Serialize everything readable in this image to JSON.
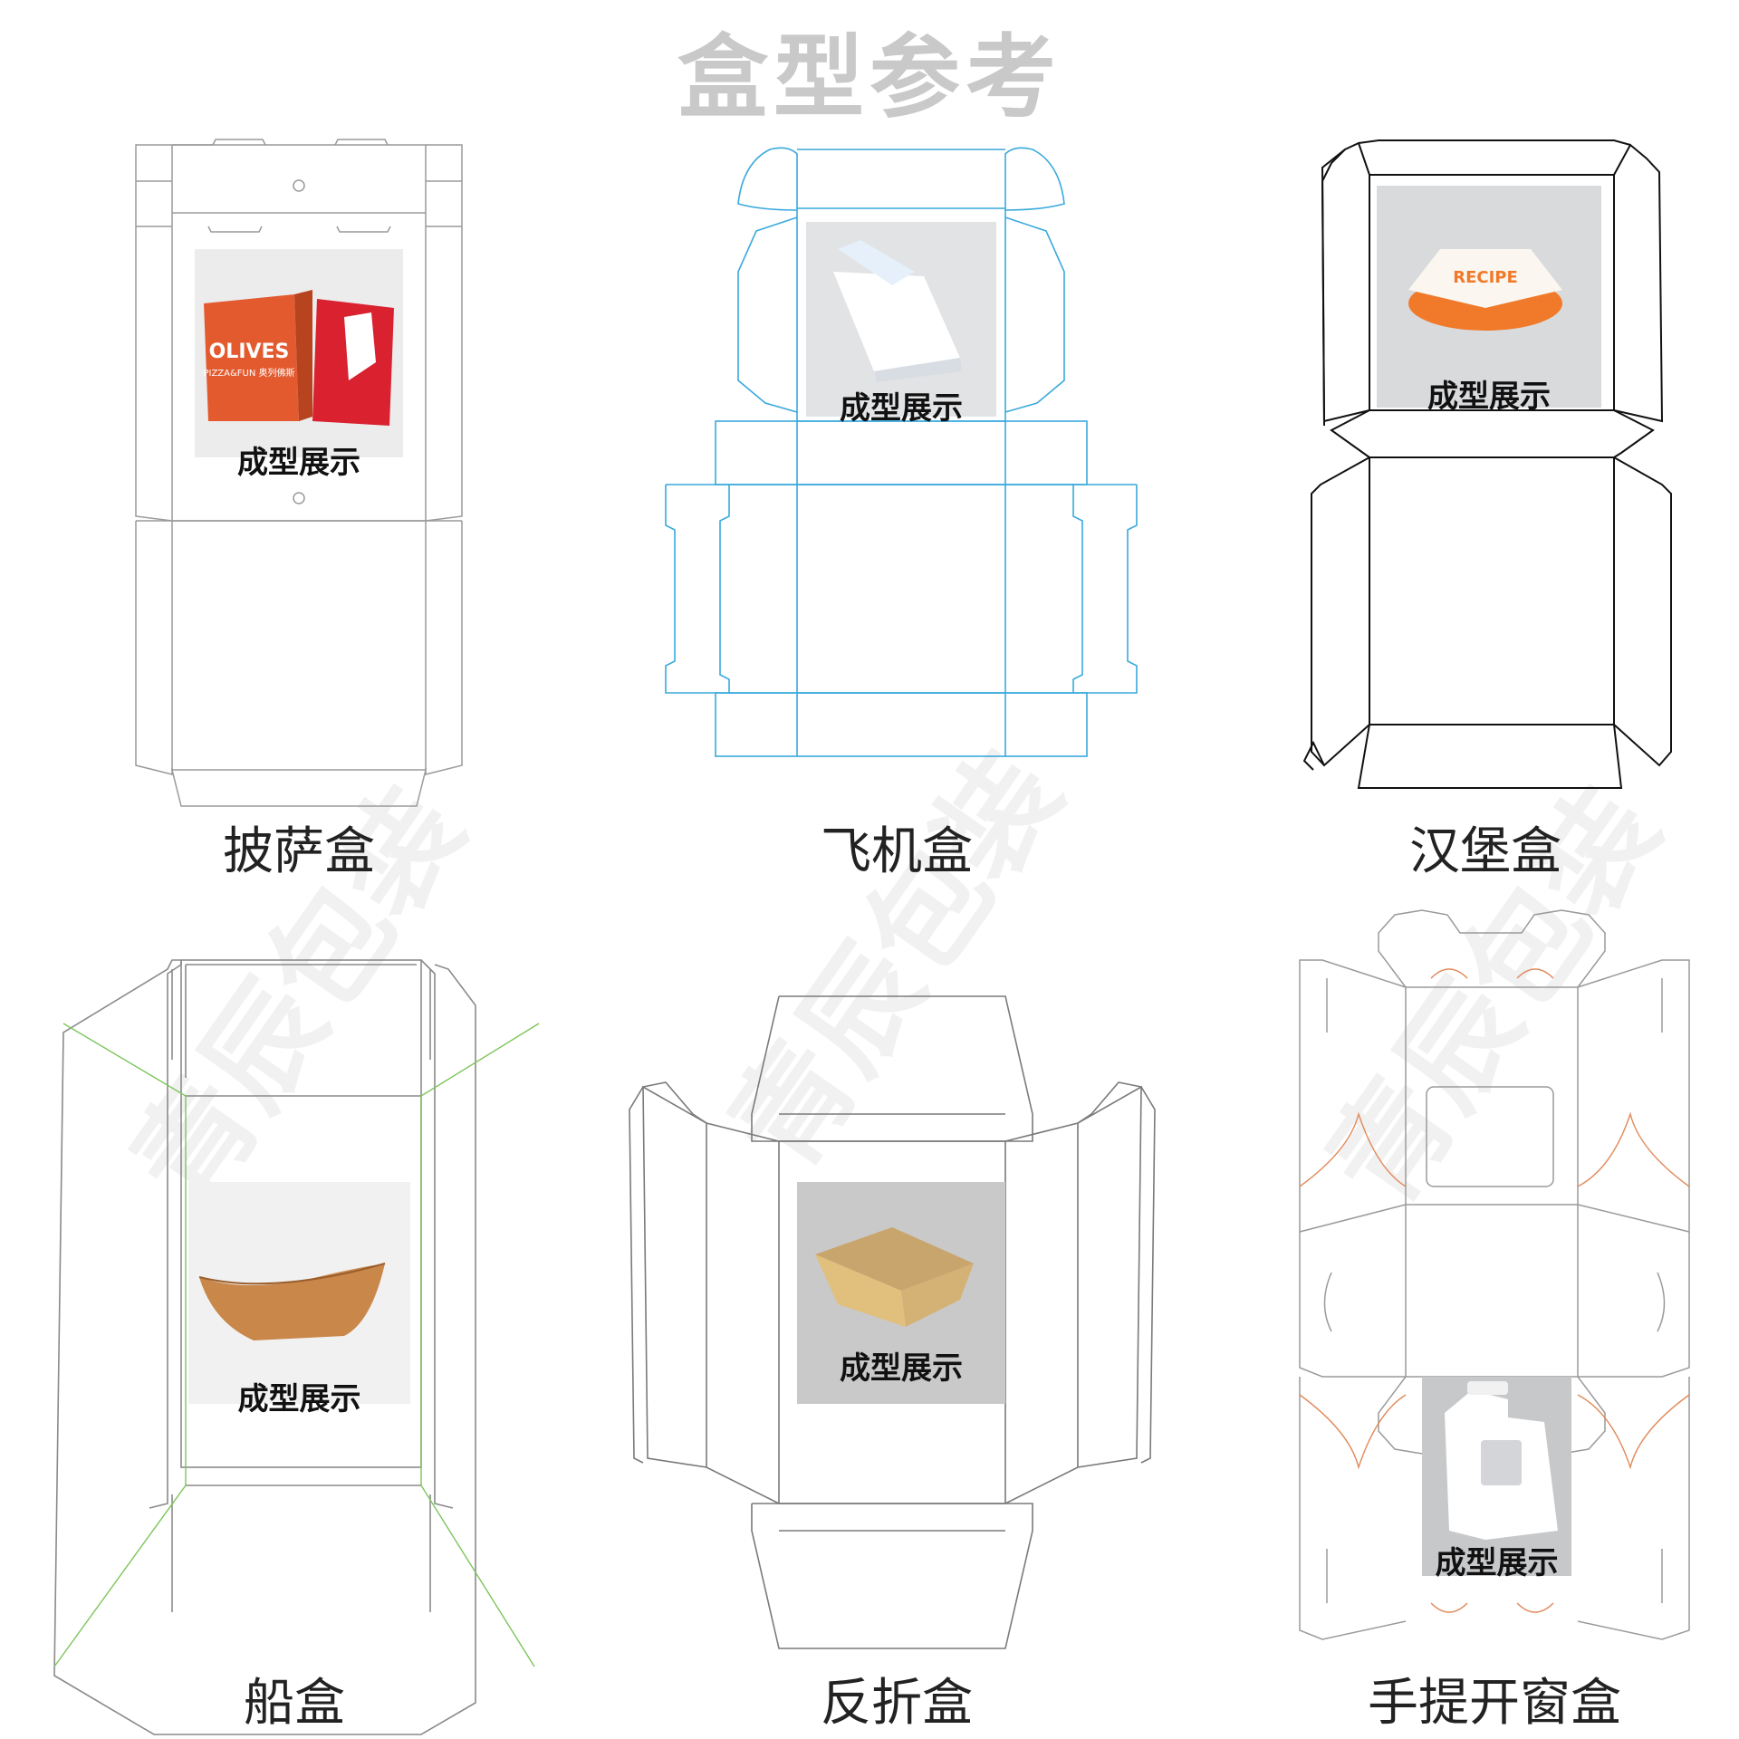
{
  "header": {
    "title": "盒型参考"
  },
  "boxes": [
    {
      "name": "披萨盒",
      "photo_label": "成型展示",
      "line_color": "#9a9a9a",
      "photo_bg": "#ececec"
    },
    {
      "name": "飞机盒",
      "photo_label": "成型展示",
      "line_color": "#39a9dc",
      "photo_bg": "#e2e3e5"
    },
    {
      "name": "汉堡盒",
      "photo_label": "成型展示",
      "line_color": "#111111",
      "photo_bg": "#d9dadc"
    },
    {
      "name": "船盒",
      "photo_label": "成型展示",
      "line_color": "#8a8a8a",
      "photo_bg": "#f1f1f1",
      "accent_color": "#7cc55a"
    },
    {
      "name": "反折盒",
      "photo_label": "成型展示",
      "line_color": "#7a7a7a",
      "photo_bg": "#c9c9c9"
    },
    {
      "name": "手提开窗盒",
      "photo_label": "成型展示",
      "line_color": "#9a9a9a",
      "photo_bg": "#c7c8ca",
      "accent_color": "#e08a5a"
    }
  ],
  "pizza_photo": {
    "brand": "OLIVES",
    "subtitle": "PIZZA&FUN 奥列佛斯"
  },
  "burger_photo": {
    "text": "RECIPE"
  },
  "watermarks": [
    "青辰包装",
    "青辰包装",
    "青辰包装"
  ]
}
